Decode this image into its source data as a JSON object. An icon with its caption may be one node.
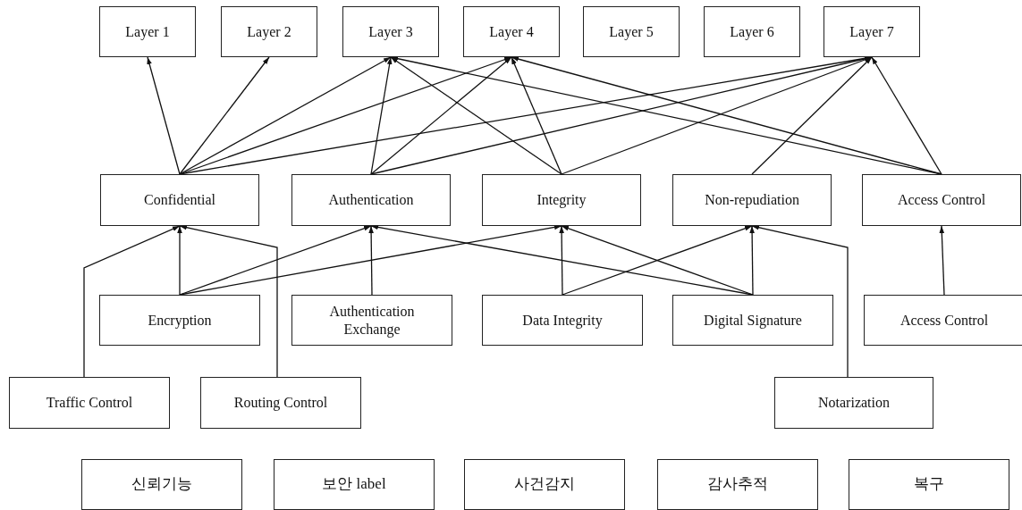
{
  "diagram": {
    "nodes": [
      {
        "text": [
          "Layer 1"
        ]
      },
      {
        "text": [
          "Layer 2"
        ]
      },
      {
        "text": [
          "Layer 3"
        ]
      },
      {
        "text": [
          "Layer 4"
        ]
      },
      {
        "text": [
          "Layer 5"
        ]
      },
      {
        "text": [
          "Layer 6"
        ]
      },
      {
        "text": [
          "Layer 7"
        ]
      },
      {
        "text": [
          "Confidential"
        ]
      },
      {
        "text": [
          "Authentication"
        ]
      },
      {
        "text": [
          "Integrity"
        ]
      },
      {
        "text": [
          "Non-repudiation"
        ]
      },
      {
        "text": [
          "Access Control"
        ]
      },
      {
        "text": [
          "Encryption"
        ]
      },
      {
        "text": [
          "Authentication Exchange"
        ]
      },
      {
        "text": [
          "Data Integrity"
        ]
      },
      {
        "text": [
          "Digital Signature"
        ]
      },
      {
        "text": [
          "Access Control"
        ]
      },
      {
        "text": [
          "Traffic Control"
        ]
      },
      {
        "text": [
          "Routing Control"
        ]
      },
      {
        "text": [
          "Notarization"
        ]
      },
      {
        "text": [
          "신뢰기능"
        ]
      },
      {
        "text": [
          "보안 label"
        ]
      },
      {
        "text": [
          "사건감지"
        ]
      },
      {
        "text": [
          "감사추적"
        ]
      },
      {
        "text": [
          "복구"
        ]
      }
    ],
    "edges": [
      {
        "from": 7,
        "to": 0,
        "arrow": "to"
      },
      {
        "from": 7,
        "to": 1,
        "arrow": "to"
      },
      {
        "from": 7,
        "to": 2,
        "arrow": "to"
      },
      {
        "from": 7,
        "to": 3,
        "arrow": "to"
      },
      {
        "from": 7,
        "to": 6,
        "arrow": "to"
      },
      {
        "from": 8,
        "to": 2,
        "arrow": "to"
      },
      {
        "from": 8,
        "to": 3,
        "arrow": "to"
      },
      {
        "from": 8,
        "to": 6,
        "arrow": "to"
      },
      {
        "from": 9,
        "to": 2,
        "arrow": "to"
      },
      {
        "from": 9,
        "to": 3,
        "arrow": "to"
      },
      {
        "from": 9,
        "to": 6,
        "arrow": "to"
      },
      {
        "from": 10,
        "to": 6,
        "arrow": "to"
      },
      {
        "from": 11,
        "to": 2,
        "arrow": "to"
      },
      {
        "from": 11,
        "to": 3,
        "arrow": "to"
      },
      {
        "from": 11,
        "to": 6,
        "arrow": "to"
      },
      {
        "from": 12,
        "to": 7,
        "arrow": "to"
      },
      {
        "from": 12,
        "to": 8,
        "arrow": "to"
      },
      {
        "from": 12,
        "to": 9,
        "arrow": "to"
      },
      {
        "from": 13,
        "to": 8,
        "arrow": "to"
      },
      {
        "from": 14,
        "to": 9,
        "arrow": "to"
      },
      {
        "from": 14,
        "to": 10,
        "arrow": "to"
      },
      {
        "from": 15,
        "to": 8,
        "arrow": "to"
      },
      {
        "from": 15,
        "to": 9,
        "arrow": "to"
      },
      {
        "from": 15,
        "to": 10,
        "arrow": "to"
      },
      {
        "from": 16,
        "to": 11,
        "arrow": "to"
      },
      {
        "from": 17,
        "to": 7,
        "arrow": "to"
      },
      {
        "from": 18,
        "to": 7,
        "arrow": "to"
      },
      {
        "from": 19,
        "to": 10,
        "arrow": "to"
      }
    ]
  }
}
